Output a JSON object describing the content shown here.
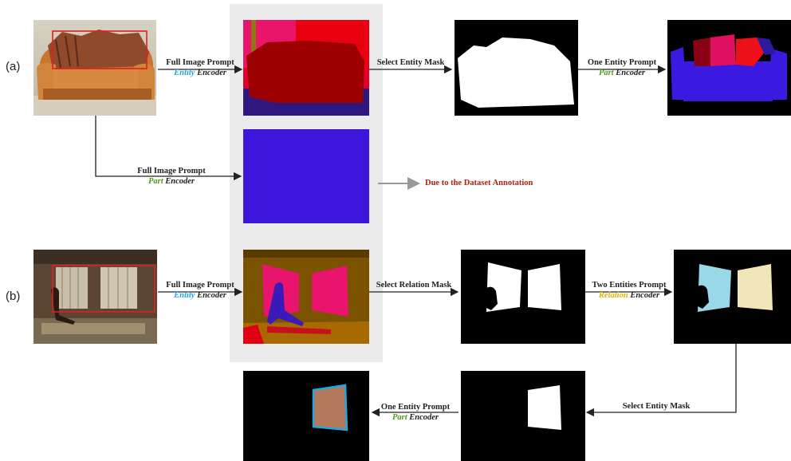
{
  "row_labels": {
    "a": "(a)",
    "b": "(b)"
  },
  "row_a": {
    "arrow1": {
      "prompt": "Full Image Prompt",
      "encoder_type": "Entity",
      "encoder_word": "Encoder"
    },
    "arrow2": {
      "prompt": "Select Entity Mask"
    },
    "arrow3": {
      "prompt": "One Entity Prompt",
      "encoder_type": "Part",
      "encoder_word": "Encoder"
    },
    "arrow4": {
      "prompt": "Full Image Prompt",
      "encoder_type": "Part",
      "encoder_word": "Encoder"
    },
    "note": "Due to the Dataset Annotation"
  },
  "row_b": {
    "arrow1": {
      "prompt": "Full Image Prompt",
      "encoder_type": "Entity",
      "encoder_word": "Encoder"
    },
    "arrow2": {
      "prompt": "Select Relation Mask"
    },
    "arrow3": {
      "prompt": "Two Entities Prompt",
      "encoder_type": "Relation",
      "encoder_word": "Encoder"
    },
    "arrow4": {
      "prompt": "Select Entity Mask"
    },
    "arrow5": {
      "prompt": "One Entity Prompt",
      "encoder_type": "Part",
      "encoder_word": "Encoder"
    }
  },
  "colors": {
    "entity": "#1ea7e0",
    "part": "#4e9a1a",
    "relation": "#e0b400",
    "note": "#b3200e",
    "arrow": "#222222",
    "note_arrow": "#999999"
  }
}
